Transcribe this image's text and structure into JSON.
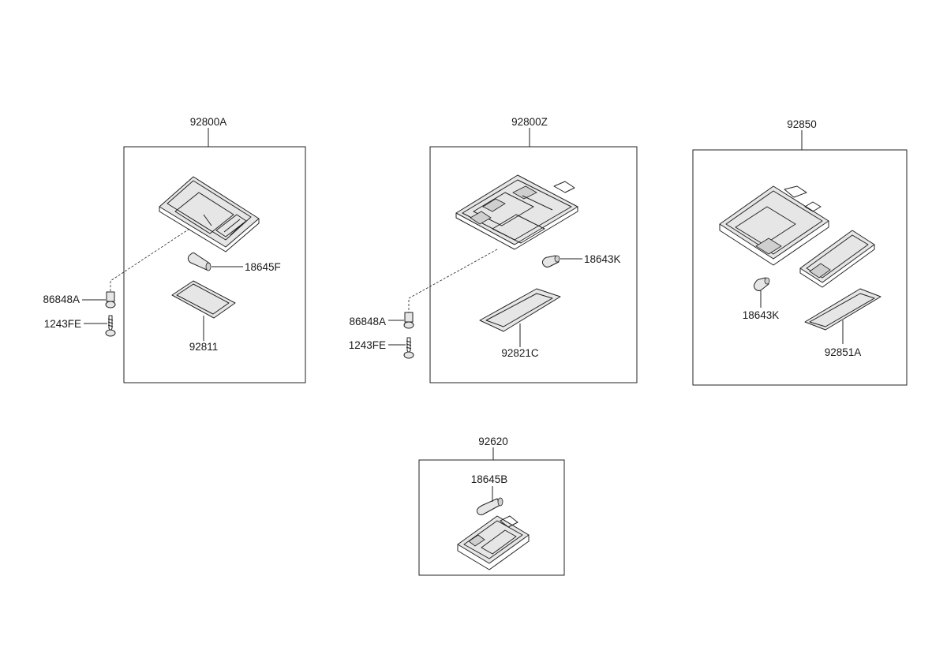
{
  "groups": [
    {
      "id": "92800A",
      "label": "92800A",
      "parts": [
        "18645F",
        "92811",
        "86848A",
        "1243FE"
      ]
    },
    {
      "id": "92800Z",
      "label": "92800Z",
      "parts": [
        "18643K",
        "92821C",
        "86848A",
        "1243FE"
      ]
    },
    {
      "id": "92850",
      "label": "92850",
      "parts": [
        "18643K",
        "92851A"
      ]
    },
    {
      "id": "92620",
      "label": "92620",
      "parts": [
        "18645B"
      ]
    }
  ]
}
